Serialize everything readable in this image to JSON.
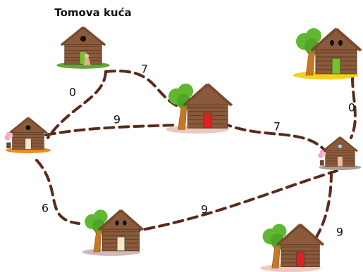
{
  "title": "Tomova kuća",
  "colors": {
    "path": "#5a2a1c",
    "log": "#8a5a3a",
    "log_dark": "#5c3a22",
    "roof": "#7a4a2e",
    "door_red": "#e02020",
    "door_green": "#7bbf2a",
    "door_cream": "#f5e6c8",
    "door_pink": "#f2b8a0",
    "tree": "#5fb830",
    "trunk": "#c87820"
  },
  "houses": [
    {
      "id": "h-tom",
      "door": "door_green",
      "ground": "#5fa830",
      "has_tree": false,
      "has_blossom": false,
      "window": "round",
      "has_figure": true
    },
    {
      "id": "h-left",
      "door": "door_cream",
      "ground": "#f08a1e",
      "has_tree": false,
      "has_blossom": true,
      "window": "round",
      "has_figure": false
    },
    {
      "id": "h-center",
      "door": "door_red",
      "ground": "#e9c9c0",
      "has_tree": true,
      "has_blossom": false,
      "window": "none",
      "has_figure": false
    },
    {
      "id": "h-topright",
      "door": "door_green",
      "ground": "#f5d020",
      "has_tree": true,
      "has_blossom": false,
      "window": "eyes",
      "has_figure": false
    },
    {
      "id": "h-right",
      "door": "door_pink",
      "ground": "#a8a090",
      "has_tree": false,
      "has_blossom": true,
      "window": "round_blue",
      "has_figure": false
    },
    {
      "id": "h-bottomleft",
      "door": "door_cream",
      "ground": "#d2b8b8",
      "has_tree": true,
      "has_blossom": false,
      "window": "eyes",
      "has_figure": false
    },
    {
      "id": "h-bottomright",
      "door": "door_red",
      "ground": "#f0c8c0",
      "has_tree": true,
      "has_blossom": false,
      "window": "none",
      "has_figure": false
    }
  ],
  "edges": [
    {
      "from": "h-tom",
      "to": "h-left",
      "weight": "0"
    },
    {
      "from": "h-tom",
      "to": "h-center",
      "weight": "7"
    },
    {
      "from": "h-left",
      "to": "h-center",
      "weight": "9"
    },
    {
      "from": "h-center",
      "to": "h-right",
      "weight": "7"
    },
    {
      "from": "h-topright",
      "to": "h-right",
      "weight": "0"
    },
    {
      "from": "h-left",
      "to": "h-bottomleft",
      "weight": "6"
    },
    {
      "from": "h-bottomleft",
      "to": "h-right",
      "weight": "9"
    },
    {
      "from": "h-right",
      "to": "h-bottomright",
      "weight": "9"
    }
  ]
}
